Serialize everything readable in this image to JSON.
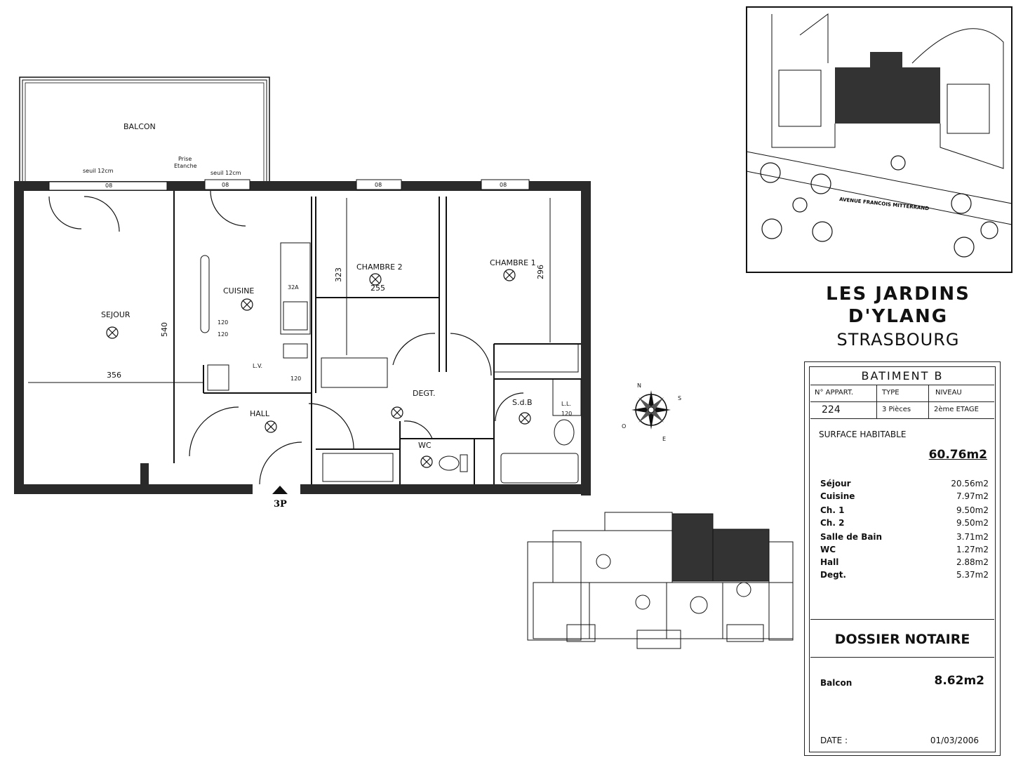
{
  "plan": {
    "rooms": {
      "balcon": "BALCON",
      "sejour": "SEJOUR",
      "cuisine": "CUISINE",
      "chambre2": "CHAMBRE 2",
      "chambre1": "CHAMBRE 1",
      "degt": "DEGT.",
      "hall": "HALL",
      "sdb": "S.d.B",
      "wc": "WC"
    },
    "annotations": {
      "seuil_left": "seuil 12cm",
      "seuil_right": "seuil 12cm",
      "prise": "Prise",
      "etanche": "Etanche",
      "window_code": "08",
      "dim_356": "356",
      "dim_540": "540",
      "dim_323": "323",
      "dim_255": "255",
      "dim_296": "296",
      "code_32a": "32A",
      "code_120a": "120",
      "code_120b": "120",
      "code_120c": "120",
      "code_120d": "120",
      "code_lv": "L.V.",
      "code_ll": "L.L.",
      "entry": "3P"
    }
  },
  "site_plan": {
    "street": "AVENUE FRANCOIS MITTERRAND"
  },
  "header": {
    "line1": "LES JARDINS",
    "line2": "D'YLANG",
    "city": "STRASBOURG"
  },
  "card": {
    "building": "BATIMENT  B",
    "col_appart": "N° APPART.",
    "col_type": "TYPE",
    "col_niveau": "NIVEAU",
    "appart": "224",
    "type": "3 Pièces",
    "niveau": "2ème ETAGE",
    "surface_label": "SURFACE HABITABLE",
    "surface_total": "60.76m2",
    "areas": [
      {
        "name": "Séjour",
        "value": "20.56m2"
      },
      {
        "name": "Cuisine",
        "value": "7.97m2"
      },
      {
        "name": "Ch. 1",
        "value": "9.50m2"
      },
      {
        "name": "Ch. 2",
        "value": "9.50m2"
      },
      {
        "name": "Salle de Bain",
        "value": "3.71m2"
      },
      {
        "name": "WC",
        "value": "1.27m2"
      },
      {
        "name": "Hall",
        "value": "2.88m2"
      },
      {
        "name": "Degt.",
        "value": "5.37m2"
      }
    ],
    "dossier": "DOSSIER NOTAIRE",
    "balcon_label": "Balcon",
    "balcon_value": "8.62m2",
    "date_label": "DATE  :",
    "date_value": "01/03/2006"
  },
  "compass": {
    "n": "N",
    "s": "S",
    "e": "E",
    "o": "O"
  }
}
